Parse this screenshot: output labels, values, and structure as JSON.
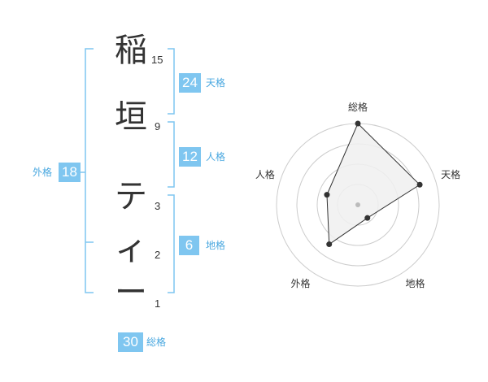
{
  "name": {
    "chars": [
      {
        "char": "稲",
        "strokes": "15"
      },
      {
        "char": "垣",
        "strokes": "9"
      },
      {
        "char": "テ",
        "strokes": "3"
      },
      {
        "char": "ィ",
        "strokes": "2"
      },
      {
        "char": "ー",
        "strokes": "1"
      }
    ]
  },
  "kakusu": {
    "tenkaku": {
      "value": "24",
      "label": "天格"
    },
    "jinkaku": {
      "value": "12",
      "label": "人格"
    },
    "chikaku": {
      "value": "6",
      "label": "地格"
    },
    "gaikaku": {
      "value": "18",
      "label": "外格"
    },
    "soukaku": {
      "value": "30",
      "label": "総格"
    }
  },
  "colors": {
    "accent": "#7fc6f0",
    "bracket": "#7fc6f0",
    "fill": "#f0f0f0"
  },
  "chart_data": {
    "type": "radar",
    "axes": [
      "総格",
      "天格",
      "地格",
      "外格",
      "人格"
    ],
    "values": [
      30,
      24,
      6,
      18,
      12
    ],
    "rmax": 30,
    "rings": 4
  }
}
